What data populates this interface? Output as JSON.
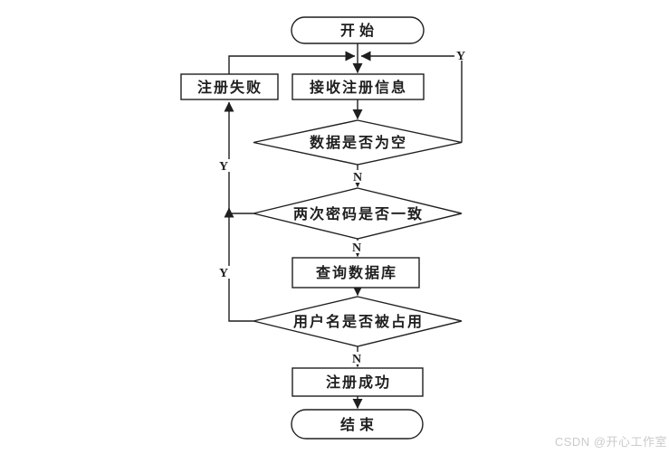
{
  "diagram": {
    "nodes": {
      "start": "开始",
      "receive_info": "接收注册信息",
      "register_fail": "注册失败",
      "check_data_empty": "数据是否为空",
      "check_passwords_match": "两次密码是否一致",
      "query_database": "查询数据库",
      "check_username_taken": "用户名是否被占用",
      "register_success": "注册成功",
      "end": "结束"
    },
    "branch_labels": {
      "data_empty_yes": "Y",
      "data_empty_no": "N",
      "passwords_yes": "Y",
      "passwords_no": "N",
      "username_yes": "Y",
      "username_no": "N"
    }
  },
  "watermark": "CSDN @开心工作室",
  "colors": {
    "stroke": "#1f1f1f",
    "background": "#ffffff",
    "watermark_text": "#cbcbcb"
  }
}
